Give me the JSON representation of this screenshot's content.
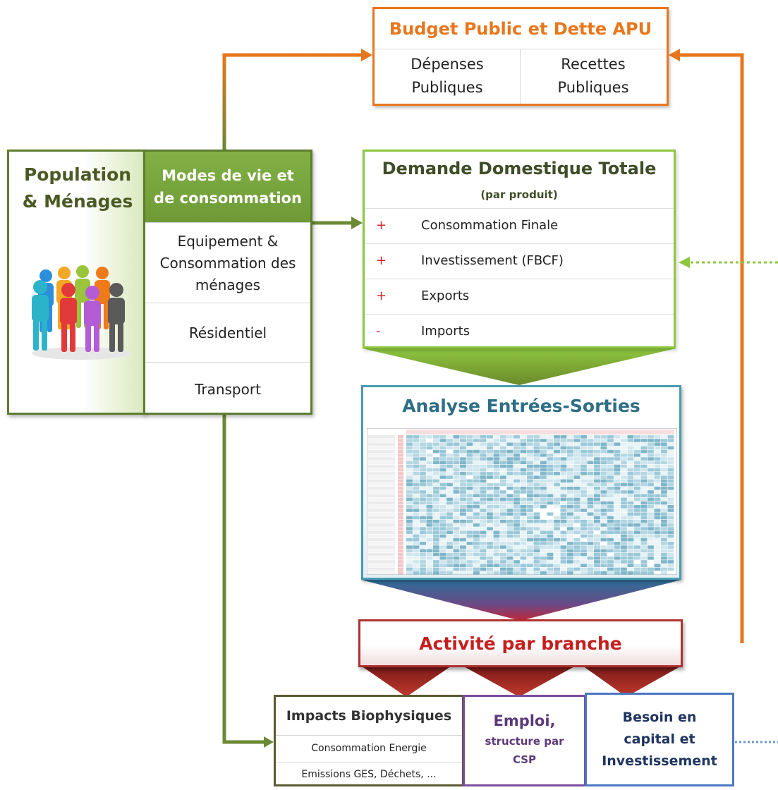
{
  "budget": {
    "title": "Budget Public et Dette APU",
    "left_line1": "Dépenses",
    "left_line2": "Publiques",
    "right_line1": "Recettes",
    "right_line2": "Publiques"
  },
  "population": {
    "title_line1": "Population",
    "title_line2": "& Ménages",
    "icon": "people-group-icon"
  },
  "modes": {
    "header_line1": "Modes de vie et",
    "header_line2": "de consommation",
    "rows": [
      {
        "line1": "Equipement &",
        "line2": "Consommation des",
        "line3": "ménages"
      },
      {
        "line1": "Résidentiel"
      },
      {
        "line1": "Transport"
      }
    ]
  },
  "demande": {
    "title": "Demande Domestique Totale",
    "subtitle": "(par produit)",
    "rows": [
      {
        "sign": "+",
        "label": "Consommation  Finale"
      },
      {
        "sign": "+",
        "label": "Investissement  (FBCF)"
      },
      {
        "sign": "+",
        "label": "Exports"
      },
      {
        "sign": "-",
        "label": "Imports"
      }
    ]
  },
  "analyse": {
    "title": "Analyse Entrées-Sorties",
    "image": "input-output-table-thumbnail"
  },
  "activite": {
    "title": "Activité par branche"
  },
  "impacts": {
    "title": "Impacts Biophysiques",
    "row1": "Consommation Energie",
    "row2": "Emissions GES, Déchets, ..."
  },
  "emploi": {
    "title": "Emploi,",
    "sub1": "structure par",
    "sub2": "CSP"
  },
  "besoin": {
    "line1": "Besoin en",
    "line2": "capital et",
    "line3": "Investissement"
  },
  "colors": {
    "orange": "#e8761c",
    "olive_green": "#6b8a33",
    "light_green": "#8dc63f",
    "teal": "#4a9ab0",
    "dark_red": "#b03030",
    "purple": "#7b4d9e",
    "blue": "#4b78c0"
  }
}
